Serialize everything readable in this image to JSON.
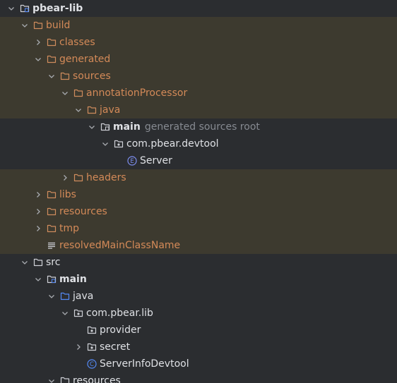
{
  "tree": {
    "rows": [
      {
        "label": "pbear-lib",
        "hint": "",
        "icon": "module-folder-icon",
        "chevron": "chevron-down-icon",
        "depth": 0,
        "bold": true,
        "style": "normal"
      },
      {
        "label": "build",
        "hint": "",
        "icon": "folder-icon",
        "chevron": "chevron-down-icon",
        "depth": 1,
        "bold": false,
        "style": "excluded"
      },
      {
        "label": "classes",
        "hint": "",
        "icon": "folder-icon",
        "chevron": "chevron-right-icon",
        "depth": 2,
        "bold": false,
        "style": "excluded"
      },
      {
        "label": "generated",
        "hint": "",
        "icon": "folder-icon",
        "chevron": "chevron-down-icon",
        "depth": 2,
        "bold": false,
        "style": "excluded"
      },
      {
        "label": "sources",
        "hint": "",
        "icon": "folder-icon",
        "chevron": "chevron-down-icon",
        "depth": 3,
        "bold": false,
        "style": "excluded"
      },
      {
        "label": "annotationProcessor",
        "hint": "",
        "icon": "folder-icon",
        "chevron": "chevron-down-icon",
        "depth": 4,
        "bold": false,
        "style": "excluded"
      },
      {
        "label": "java",
        "hint": "",
        "icon": "folder-icon",
        "chevron": "chevron-down-icon",
        "depth": 5,
        "bold": false,
        "style": "excluded"
      },
      {
        "label": "main",
        "hint": "generated sources root",
        "icon": "generated-source-root-icon",
        "chevron": "chevron-down-icon",
        "depth": 6,
        "bold": true,
        "style": "generated"
      },
      {
        "label": "com.pbear.devtool",
        "hint": "",
        "icon": "package-icon",
        "chevron": "chevron-down-icon",
        "depth": 7,
        "bold": false,
        "style": "generated"
      },
      {
        "label": "Server",
        "hint": "",
        "icon": "enum-icon",
        "chevron": "none",
        "depth": 8,
        "bold": false,
        "style": "generated"
      },
      {
        "label": "headers",
        "hint": "",
        "icon": "folder-icon",
        "chevron": "chevron-right-icon",
        "depth": 4,
        "bold": false,
        "style": "excluded"
      },
      {
        "label": "libs",
        "hint": "",
        "icon": "folder-icon",
        "chevron": "chevron-right-icon",
        "depth": 2,
        "bold": false,
        "style": "excluded"
      },
      {
        "label": "resources",
        "hint": "",
        "icon": "folder-icon",
        "chevron": "chevron-right-icon",
        "depth": 2,
        "bold": false,
        "style": "excluded"
      },
      {
        "label": "tmp",
        "hint": "",
        "icon": "folder-icon",
        "chevron": "chevron-right-icon",
        "depth": 2,
        "bold": false,
        "style": "excluded"
      },
      {
        "label": "resolvedMainClassName",
        "hint": "",
        "icon": "text-file-icon",
        "chevron": "none",
        "depth": 2,
        "bold": false,
        "style": "excluded"
      },
      {
        "label": "src",
        "hint": "",
        "icon": "folder-icon",
        "chevron": "chevron-down-icon",
        "depth": 1,
        "bold": false,
        "style": "normal"
      },
      {
        "label": "main",
        "hint": "",
        "icon": "module-folder-icon",
        "chevron": "chevron-down-icon",
        "depth": 2,
        "bold": true,
        "style": "normal"
      },
      {
        "label": "java",
        "hint": "",
        "icon": "source-root-icon",
        "chevron": "chevron-down-icon",
        "depth": 3,
        "bold": false,
        "style": "normal"
      },
      {
        "label": "com.pbear.lib",
        "hint": "",
        "icon": "package-icon",
        "chevron": "chevron-down-icon",
        "depth": 4,
        "bold": false,
        "style": "normal"
      },
      {
        "label": "provider",
        "hint": "",
        "icon": "package-icon",
        "chevron": "none",
        "depth": 5,
        "bold": false,
        "style": "normal"
      },
      {
        "label": "secret",
        "hint": "",
        "icon": "package-icon",
        "chevron": "chevron-right-icon",
        "depth": 5,
        "bold": false,
        "style": "normal"
      },
      {
        "label": "ServerInfoDevtool",
        "hint": "",
        "icon": "class-icon",
        "chevron": "none",
        "depth": 5,
        "bold": false,
        "style": "normal"
      },
      {
        "label": "resources",
        "hint": "",
        "icon": "resources-root-icon",
        "chevron": "chevron-down-icon",
        "depth": 3,
        "bold": false,
        "style": "normal"
      }
    ]
  },
  "colors": {
    "background": "#2b2d30",
    "excluded_background": "#3d3a2f",
    "excluded_text": "#d48a58",
    "text": "#dfe1e5",
    "hint_text": "#868a91",
    "folder_stroke": "#cf8c5d",
    "plain_folder_stroke": "#ced0d6",
    "source_root_stroke": "#548af7",
    "class_icon": "#548af7",
    "enum_icon": "#7d8ef0"
  }
}
